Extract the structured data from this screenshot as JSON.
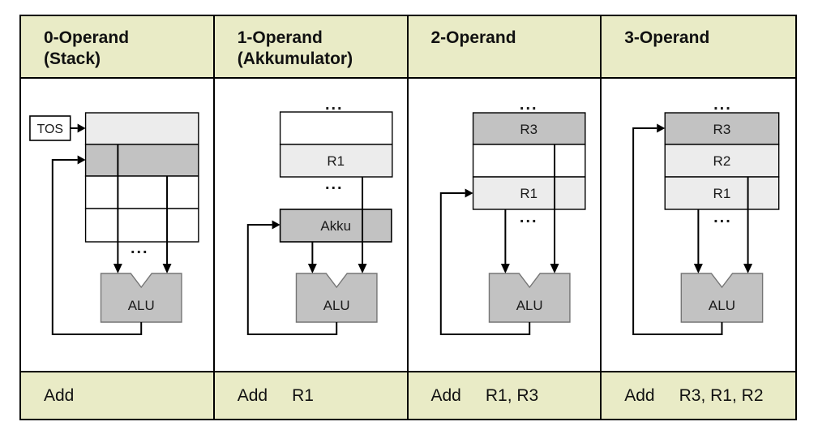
{
  "colors": {
    "band_bg": "#e9ebc6",
    "cell_light": "#ececec",
    "cell_medium": "#c2c2c2",
    "ink": "#000000"
  },
  "columns": [
    {
      "header": {
        "title": "0-Operand",
        "subtitle": "(Stack)"
      },
      "instruction": {
        "mnemonic": "Add",
        "operands": ""
      },
      "diagram": {
        "tos_label": "TOS",
        "dots_bottom": "...",
        "alu_label": "ALU",
        "registers": [
          {
            "label": "",
            "fill": "#ececec"
          },
          {
            "label": "",
            "fill": "#c2c2c2"
          },
          {
            "label": "",
            "fill": "#ffffff"
          },
          {
            "label": "",
            "fill": "#ffffff"
          }
        ]
      }
    },
    {
      "header": {
        "title": "1-Operand",
        "subtitle": "(Akkumulator)"
      },
      "instruction": {
        "mnemonic": "Add",
        "operands": "R1"
      },
      "diagram": {
        "dots_top": "...",
        "dots_middle": "...",
        "alu_label": "ALU",
        "accumulator_label": "Akku",
        "accumulator_fill": "#c2c2c2",
        "registers": [
          {
            "label": "",
            "fill": "#ffffff"
          },
          {
            "label": "R1",
            "fill": "#ececec"
          }
        ]
      }
    },
    {
      "header": {
        "title": "2-Operand",
        "subtitle": ""
      },
      "instruction": {
        "mnemonic": "Add",
        "operands": "R1, R3"
      },
      "diagram": {
        "dots_top": "...",
        "dots_bottom": "...",
        "alu_label": "ALU",
        "registers": [
          {
            "label": "R3",
            "fill": "#c2c2c2"
          },
          {
            "label": "",
            "fill": "#ffffff"
          },
          {
            "label": "R1",
            "fill": "#ececec"
          }
        ]
      }
    },
    {
      "header": {
        "title": "3-Operand",
        "subtitle": ""
      },
      "instruction": {
        "mnemonic": "Add",
        "operands": "R3, R1, R2"
      },
      "diagram": {
        "dots_top": "...",
        "dots_bottom": "...",
        "alu_label": "ALU",
        "registers": [
          {
            "label": "R3",
            "fill": "#c2c2c2"
          },
          {
            "label": "R2",
            "fill": "#ececec"
          },
          {
            "label": "R1",
            "fill": "#ececec"
          }
        ]
      }
    }
  ]
}
